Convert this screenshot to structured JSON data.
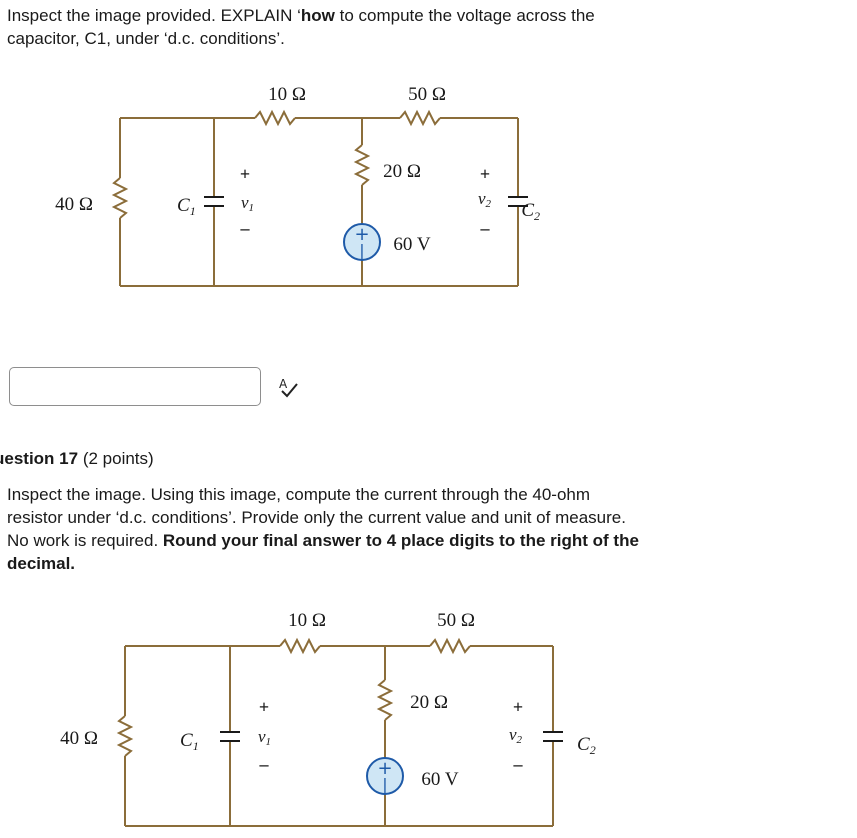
{
  "question16": {
    "line1_pre": "Inspect the image provided.  EXPLAIN ‘",
    "line1_bold": "how",
    "line1_post": " to compute the voltage across the",
    "line2": "capacitor, C1, under ‘d.c. conditions’."
  },
  "answer_box": {
    "value": "",
    "spellcheck_icon": "spellcheck-icon"
  },
  "question17": {
    "heading_bold": "uestion 17",
    "heading_points": " (2 points)",
    "line1": "Inspect the image. Using this image, compute the current through the 40-ohm",
    "line2": "resistor under ‘d.c. conditions’.  Provide only the current value and unit of measure.",
    "line3_pre": "No work is required. ",
    "line3_bold": "Round your final answer to 4 place digits to the right of the",
    "line4_bold": "decimal."
  },
  "circuit": {
    "r_top_left": "10 Ω",
    "r_top_right": "50 Ω",
    "r_left": "40 Ω",
    "r_middle": "20 Ω",
    "source": "60 V",
    "c1_label": "C",
    "c1_sub": "1",
    "c2_label": "C",
    "c2_sub": "2",
    "v1_label": "v",
    "v1_sub": "1",
    "v2_label": "v",
    "v2_sub": "2",
    "plus": "+",
    "minus": "–",
    "wire_color": "#8b6d3a",
    "source_fill": "#cfe6f5",
    "source_stroke": "#1e5aa8"
  }
}
